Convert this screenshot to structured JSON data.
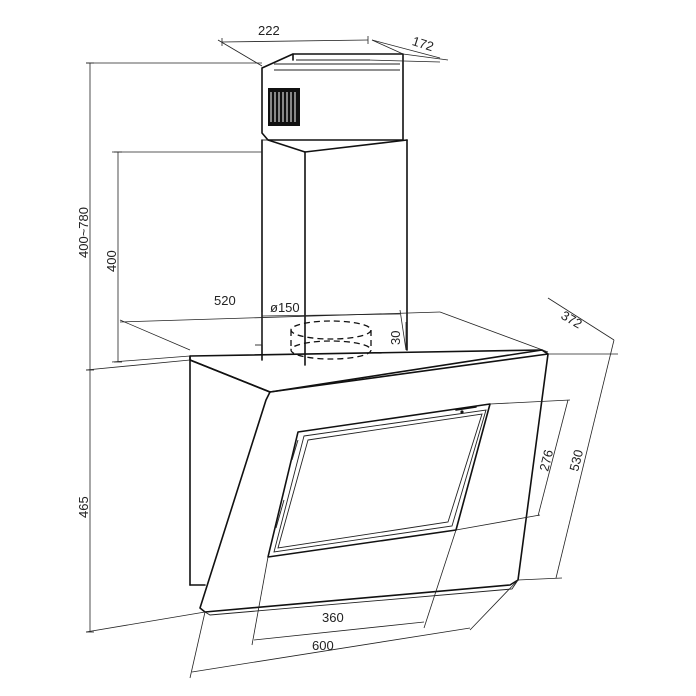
{
  "dimensions": {
    "chimney_width": "222",
    "chimney_depth": "172",
    "chimney_range": "400~780",
    "chimney_upper": "400",
    "hood_width": "520",
    "outlet_diameter": "ø150",
    "outlet_height": "30",
    "hood_depth": "372",
    "glass_height": "530",
    "panel_height": "276",
    "body_height": "465",
    "panel_width": "360",
    "glass_width": "600"
  }
}
